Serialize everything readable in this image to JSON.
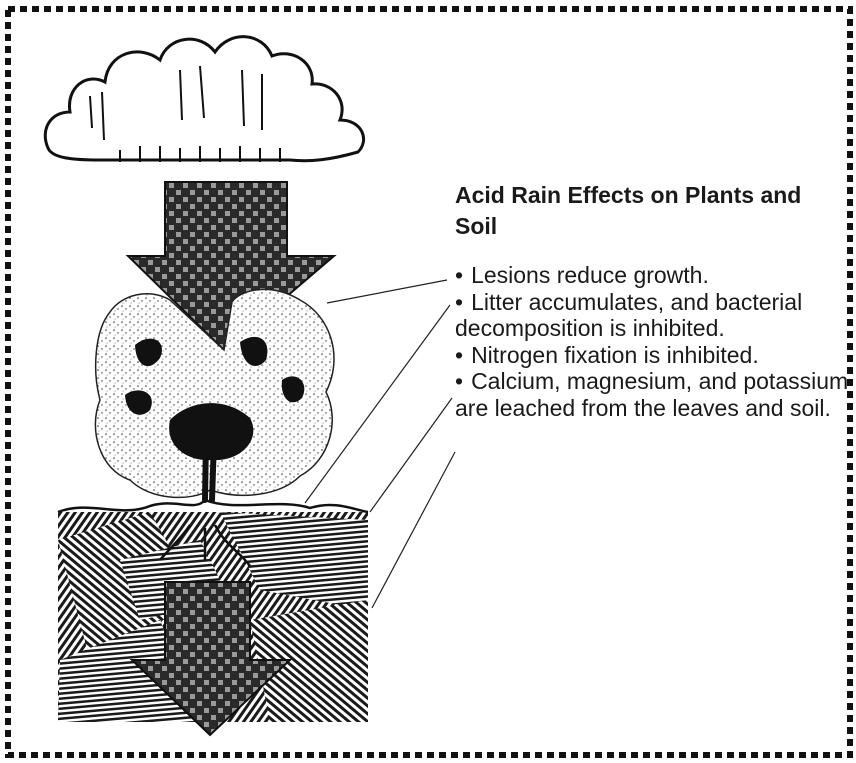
{
  "diagram": {
    "title": "Acid Rain Effects on Plants and Soil",
    "effects": [
      "Lesions reduce growth.",
      "Litter accumulates, and bacterial decomposition is inhibited.",
      "Nitrogen fixation is inhibited.",
      "Calcium, magnesium, and potassium are leached from the leaves and soil."
    ],
    "bullet_glyph": "•",
    "colors": {
      "ink": "#1a1a1a",
      "background": "#ffffff"
    },
    "icons": [
      "cloud-icon",
      "rain-arrow-icon",
      "tree-icon",
      "soil-icon",
      "down-arrow-icon"
    ]
  }
}
